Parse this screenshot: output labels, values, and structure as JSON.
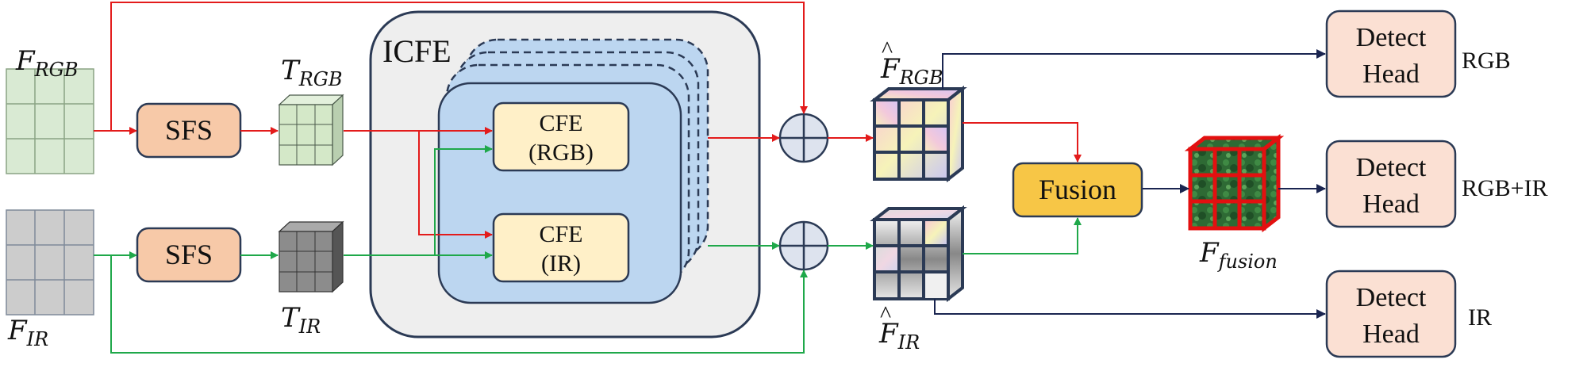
{
  "modules": {
    "sfs_rgb": "SFS",
    "sfs_ir": "SFS",
    "icfe": "ICFE",
    "cfe_rgb": [
      "CFE",
      "(RGB)"
    ],
    "cfe_ir": [
      "CFE",
      "(IR)"
    ],
    "fusion": "Fusion",
    "detect_head": [
      "Detect",
      "Head"
    ]
  },
  "symbols": {
    "f_rgb": {
      "base": "F",
      "sub": "RGB"
    },
    "f_ir": {
      "base": "F",
      "sub": "IR"
    },
    "t_rgb": {
      "base": "T",
      "sub": "RGB"
    },
    "t_ir": {
      "base": "T",
      "sub": "IR"
    },
    "f_hat_rgb": {
      "base": "F",
      "sub": "RGB",
      "hat": "^"
    },
    "f_hat_ir": {
      "base": "F",
      "sub": "IR",
      "hat": "^"
    },
    "f_fusion": {
      "base": "F",
      "sub": "fusion"
    }
  },
  "outputs": {
    "rgb": "RGB",
    "rgb_ir": "RGB+IR",
    "ir": "IR"
  },
  "colors": {
    "rgb_arrow": "#e31b1b",
    "ir_arrow": "#1fa84a",
    "dark_arrow": "#1a2550",
    "sfs_fill": "#f7c9a8",
    "detect_fill": "#fbe0d3",
    "cfe_fill": "#fff0c8",
    "icfe_fill": "#eeeeee",
    "icfe_inner": "#bcd6f0",
    "fusion_fill": "#f7c646",
    "rgb_grid": "#d9ead3",
    "ir_grid": "#cccccc"
  }
}
